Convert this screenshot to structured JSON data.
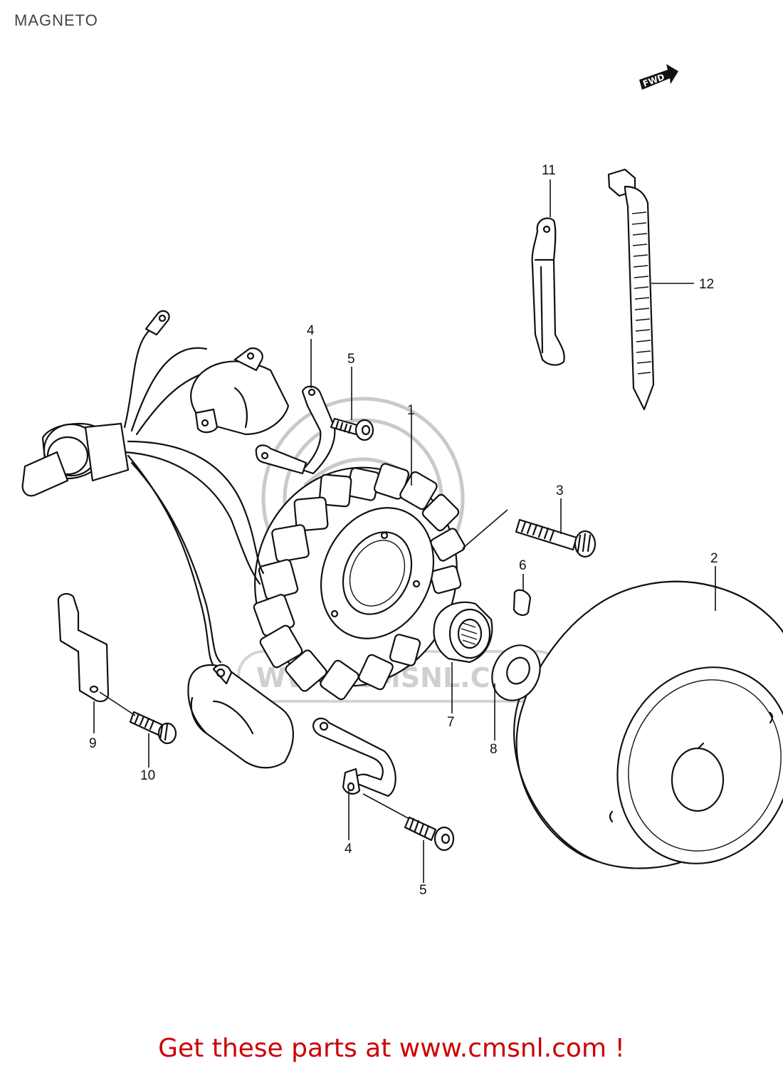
{
  "title": "MAGNETO",
  "fwd_label": "FWD",
  "watermark_text": "WWW.CMSNL.COM",
  "footer": "Get these parts at www.cmsnl.com !",
  "colors": {
    "footer": "#cc0000",
    "watermark": "#c9c9c9",
    "line": "#111111"
  },
  "callouts": {
    "stator": "1",
    "rotor": "2",
    "rotor_bolt": "3",
    "clamp_upper": "4",
    "screw_upper": "5",
    "key": "6",
    "starter_gear": "7",
    "washer": "8",
    "bracket": "9",
    "bolt": "10",
    "clamp_strap": "11",
    "cable_tie": "12",
    "clamp_lower": "4",
    "screw_lower": "5"
  }
}
